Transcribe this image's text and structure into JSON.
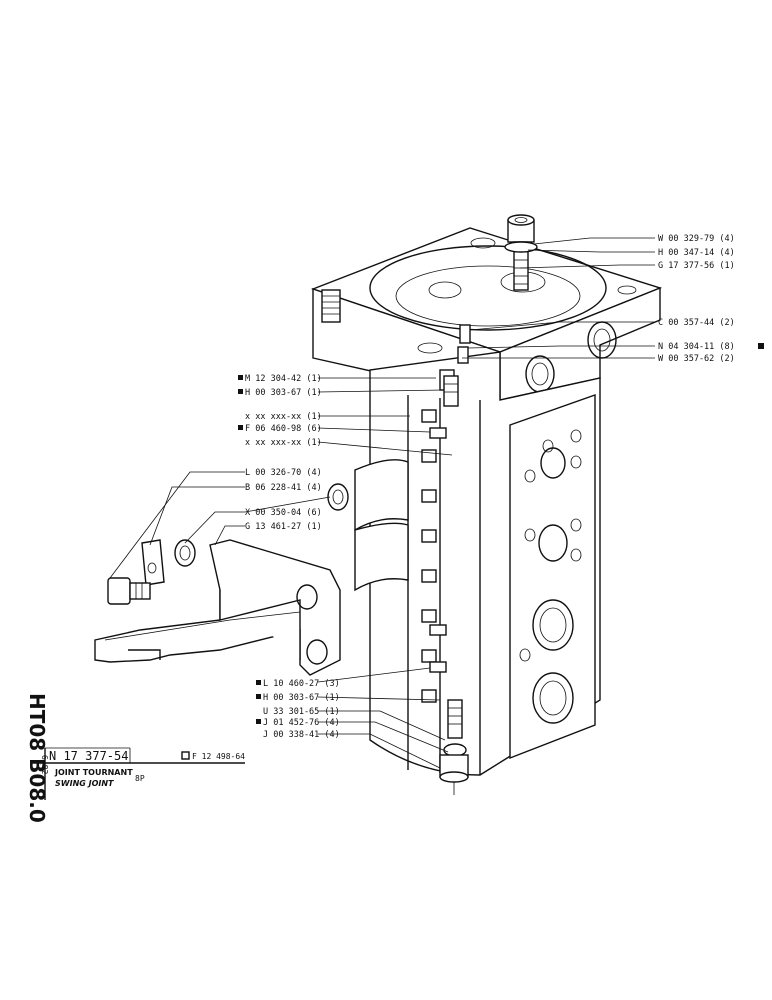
{
  "sheet": {
    "side_code": "HT08 B08.0",
    "date": "6_82",
    "part_box": "N 17 377-54",
    "ref_box": "F 12 498-64",
    "title_fr": "JOINT TOURNANT",
    "title_en": "SWING JOINT",
    "model": "8P"
  },
  "callouts_right": [
    {
      "text": "W 00 329-79 (4)",
      "marker": false
    },
    {
      "text": "H 00 347-14 (4)",
      "marker": false
    },
    {
      "text": "G 17 377-56 (1)",
      "marker": false
    },
    {
      "text": "C 00 357-44 (2)",
      "marker": false
    },
    {
      "text": "N 04 304-11 (8)",
      "marker": true
    },
    {
      "text": "W 00 357-62 (2)",
      "marker": false
    }
  ],
  "callouts_left": [
    {
      "text": "M 12 304-42 (1)",
      "marker": true
    },
    {
      "text": "H 00 303-67 (1)",
      "marker": true
    },
    {
      "text": "x xx xxx-xx (1)",
      "marker": false
    },
    {
      "text": "F 06 460-98 (6)",
      "marker": true
    },
    {
      "text": "x xx xxx-xx (1)",
      "marker": false
    },
    {
      "text": "L 00 326-70 (4)",
      "marker": false
    },
    {
      "text": "B 06 228-41 (4)",
      "marker": false
    },
    {
      "text": "X 00 350-04 (6)",
      "marker": false
    },
    {
      "text": "G 13 461-27 (1)",
      "marker": false
    },
    {
      "text": "L 10 460-27 (3)",
      "marker": true
    },
    {
      "text": "H 00 303-67 (1)",
      "marker": true
    },
    {
      "text": "U 33 301-65 (1)",
      "marker": false
    },
    {
      "text": "J 01 452-76 (4)",
      "marker": true
    },
    {
      "text": "J 00 338-41 (4)",
      "marker": false
    }
  ]
}
